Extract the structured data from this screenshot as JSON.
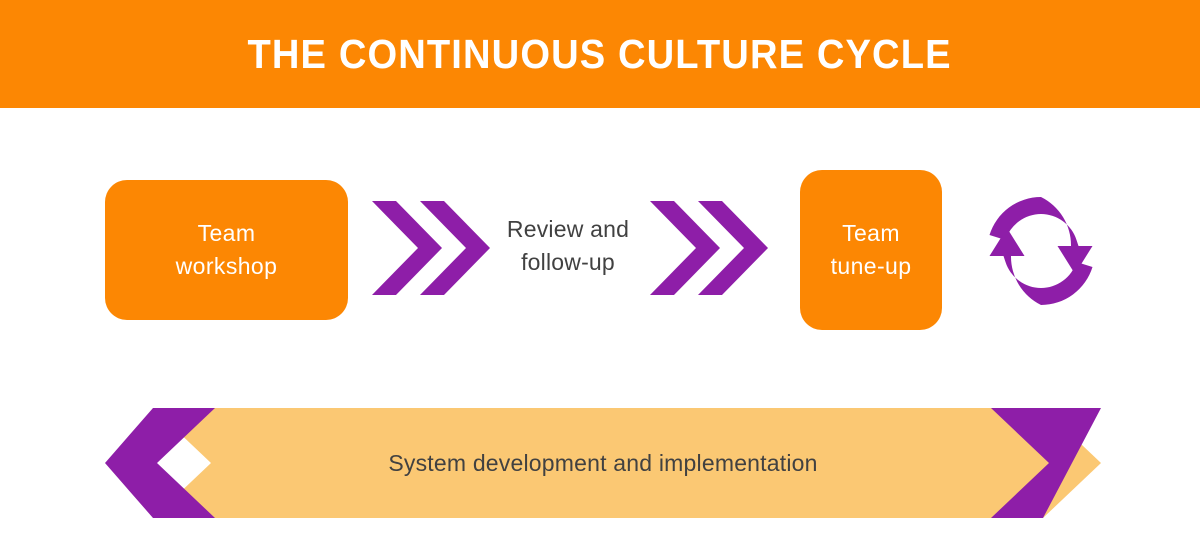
{
  "header": {
    "title": "THE CONTINUOUS CULTURE CYCLE",
    "background_color": "#FC8703",
    "text_color": "#FFFFFF"
  },
  "colors": {
    "orange": "#FC8703",
    "purple": "#8E1EA8",
    "peach": "#FBC873",
    "text_dark": "#414141",
    "white": "#FFFFFF"
  },
  "flow": {
    "steps": [
      {
        "id": "team-workshop",
        "label": "Team\nworkshop",
        "line1": "Team",
        "line2": "workshop",
        "type": "orange-box"
      },
      {
        "id": "chevrons-1",
        "label": "double-chevron-right",
        "type": "connector"
      },
      {
        "id": "review-and-follow-up",
        "line1": "Review and",
        "line2": "follow-up",
        "type": "plain-label"
      },
      {
        "id": "chevrons-2",
        "label": "double-chevron-right",
        "type": "connector"
      },
      {
        "id": "team-tune-up",
        "line1": "Team",
        "line2": "tune-up",
        "type": "orange-box"
      },
      {
        "id": "cycle-refresh",
        "label": "cycle-refresh-icon",
        "type": "icon"
      }
    ]
  },
  "bottom_banner": {
    "label": "System development and implementation",
    "fill_color": "#FBC873",
    "arrow_color": "#8E1EA8"
  },
  "icons": {
    "chevron": "double-chevron-right-icon",
    "cycle": "circular-refresh-icon"
  }
}
